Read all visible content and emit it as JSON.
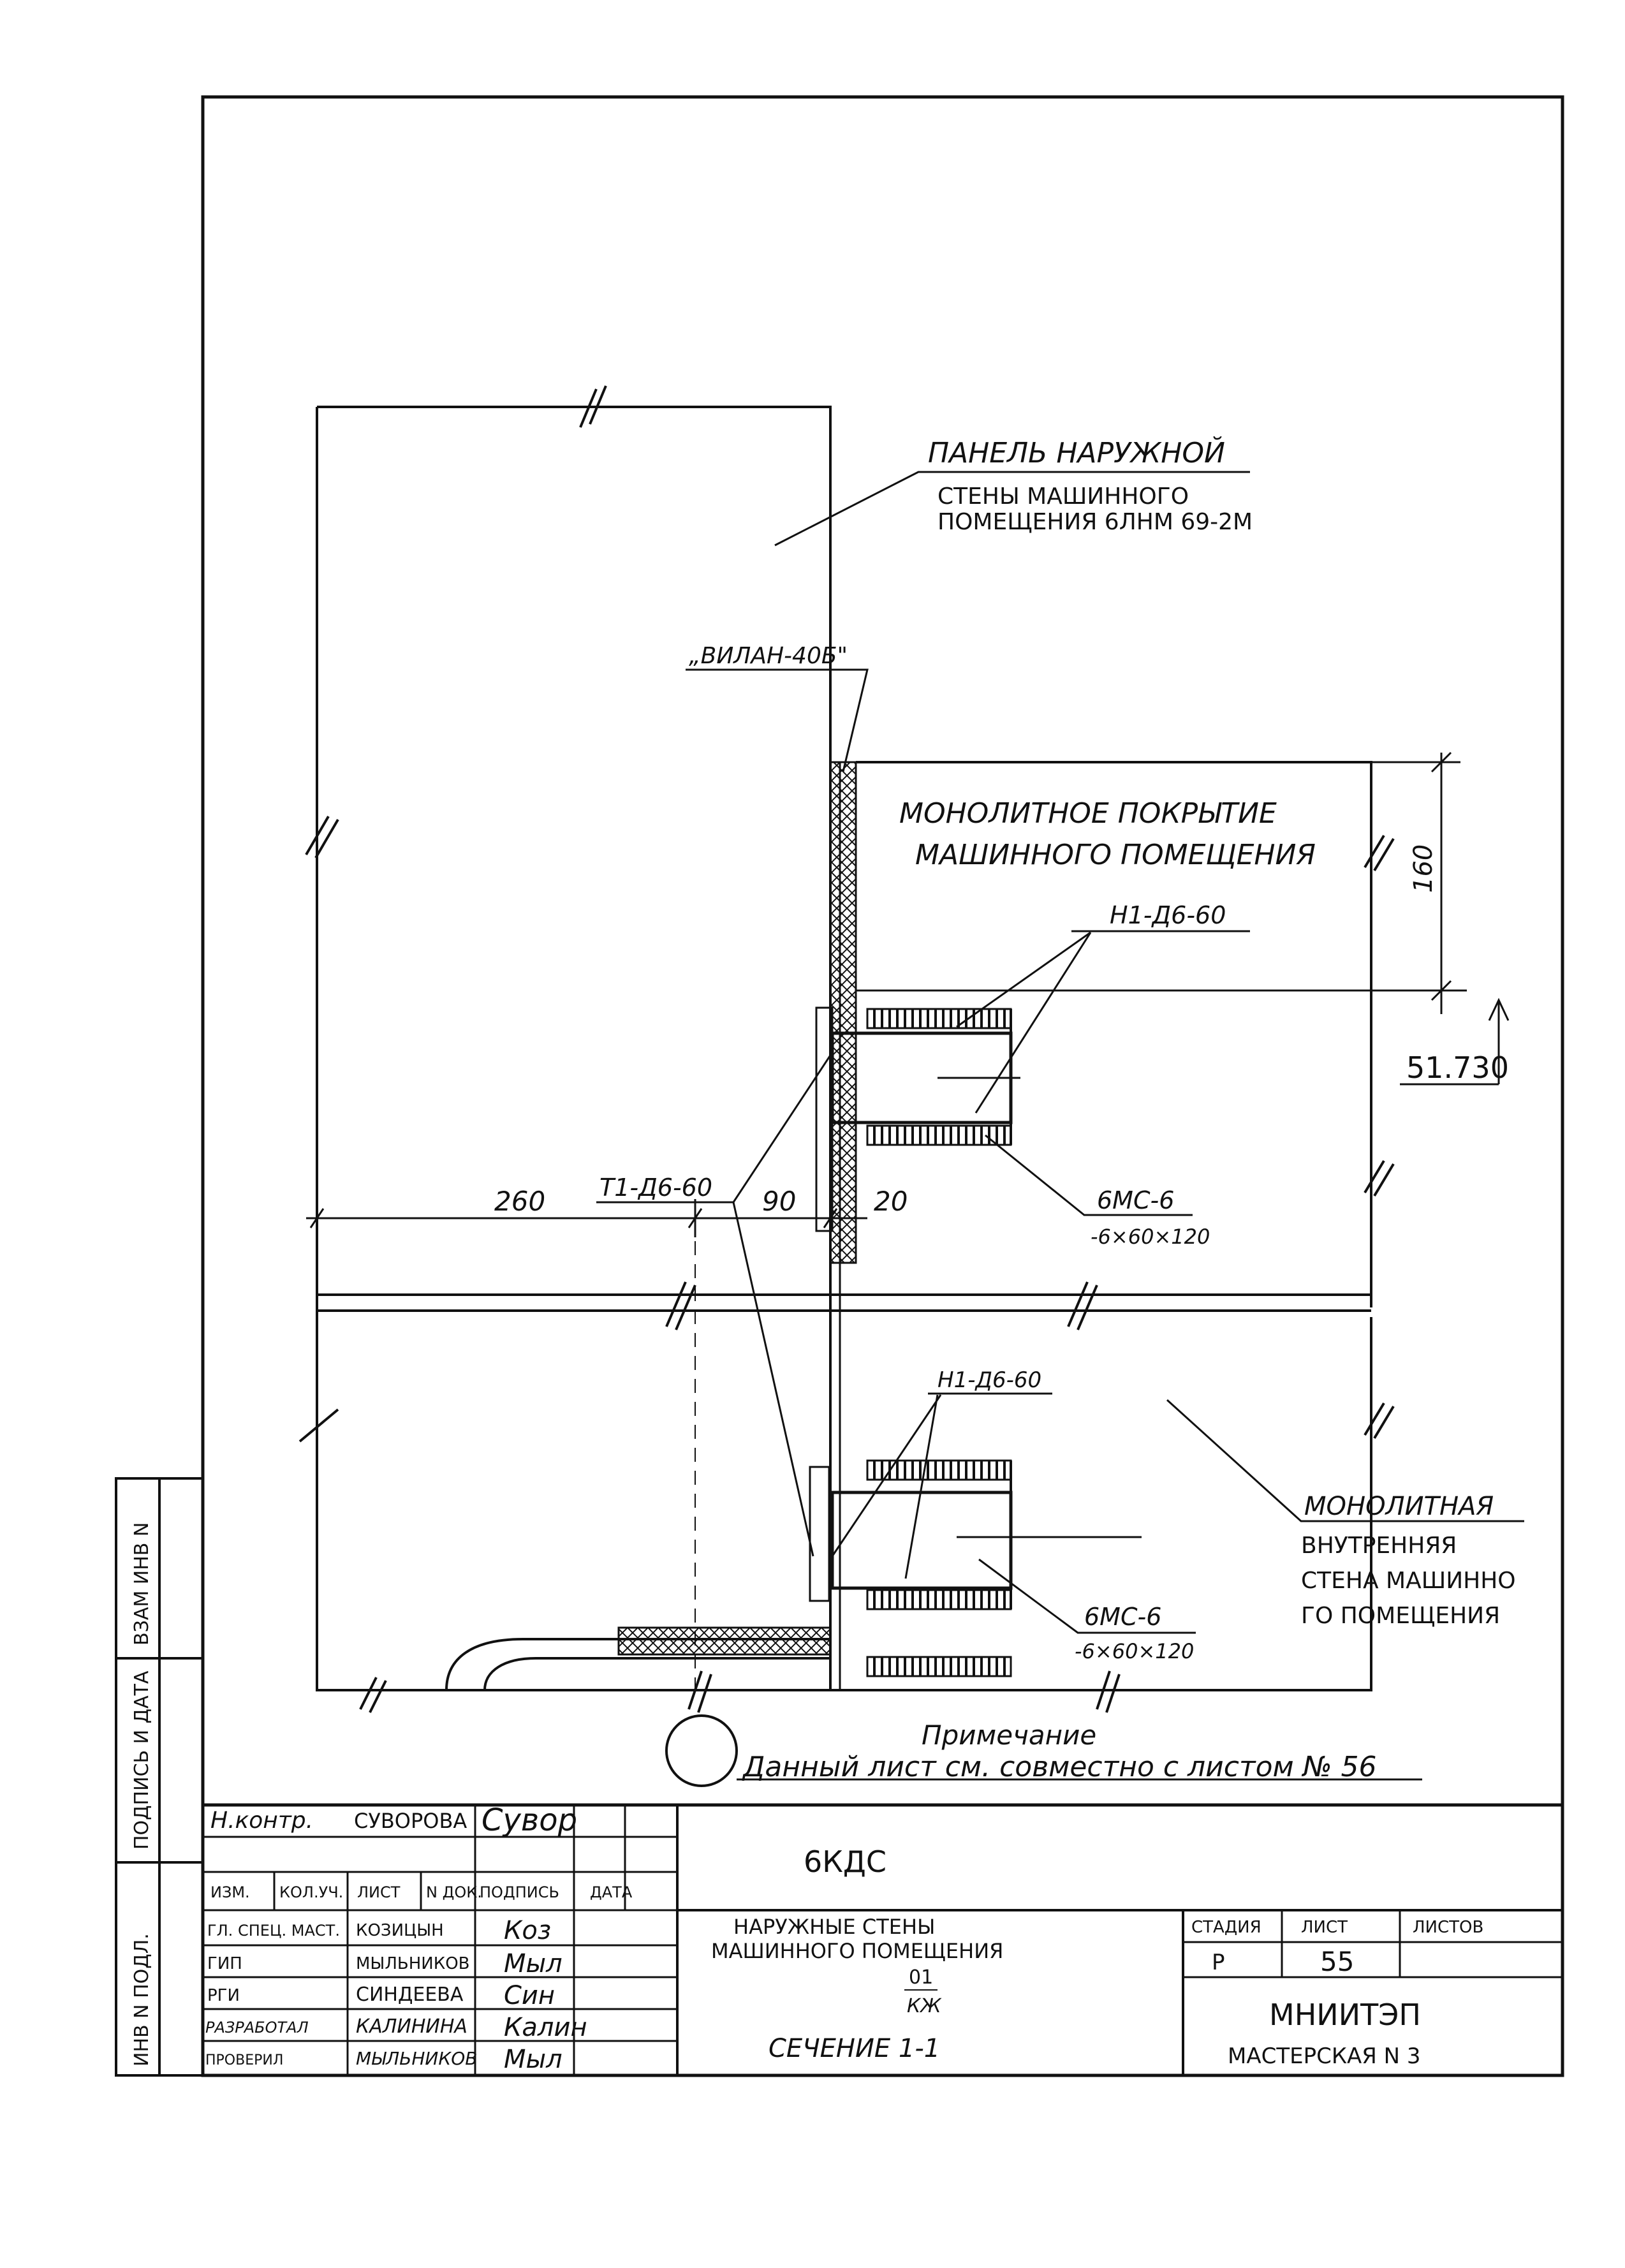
{
  "labels": {
    "panel_line1": "ПАНЕЛЬ НАРУЖНОЙ",
    "panel_line2": "СТЕНЫ МАШИННОГО",
    "panel_line3": "ПОМЕЩЕНИЯ 6ЛНМ 69-2М",
    "vilan": "„ВИЛАН-40Б\"",
    "cover_line1": "МОНОЛИТНОЕ ПОКРЫТИЕ",
    "cover_line2": "МАШИННОГО ПОМЕЩЕНИЯ",
    "h1_top": "Н1-Д6-60",
    "t1": "Т1-Д6-60",
    "mc_top_line1": "6МС-6",
    "mc_top_line2": "-6×60×120",
    "h1_bottom": "Н1-Д6-60",
    "mc_bottom_line1": "6МС-6",
    "mc_bottom_line2": "-6×60×120",
    "wall_line1": "МОНОЛИТНАЯ",
    "wall_line2": "ВНУТРЕННЯЯ",
    "wall_line3": "СТЕНА МАШИННО",
    "wall_line4": "ГО ПОМЕЩЕНИЯ"
  },
  "dimensions": {
    "d260": "260",
    "d90": "90",
    "d20": "20",
    "d160": "160",
    "elevation": "51.730"
  },
  "note": {
    "title": "Примечание",
    "text": "Данный лист см. совместно с листом № 56"
  },
  "side_stamp": {
    "box1": "ВЗАМ ИНВ N",
    "box2": "ПОДПИСЬ И ДАТА",
    "box3": "ИНВ N ПОДЛ."
  },
  "title_block": {
    "nkontr_label": "Н.контр.",
    "nkontr_name": "СУВОРОВА",
    "nkontr_sign": "Сувор",
    "headers": [
      "ИЗМ.",
      "КОЛ.УЧ.",
      "ЛИСТ",
      "N ДОК.",
      "ПОДПИСЬ",
      "ДАТА"
    ],
    "roles": [
      {
        "role": "ГЛ. СПЕЦ. МАСТ.",
        "name": "КОЗИЦЫН",
        "sign": "Коз"
      },
      {
        "role": "ГИП",
        "name": "МЫЛЬНИКОВ",
        "sign": "Мыл"
      },
      {
        "role": "РГИ",
        "name": "СИНДЕЕВА",
        "sign": "Син"
      },
      {
        "role": "РАЗРАБОТАЛ",
        "name": "КАЛИНИНА",
        "sign": "Калин"
      },
      {
        "role": "ПРОВЕРИЛ",
        "name": "МЫЛЬНИКОВ",
        "sign": "Мыл"
      }
    ],
    "project_code": "6КДС",
    "sheet_title_line1": "НАРУЖНЫЕ СТЕНЫ",
    "sheet_title_line2": "МАШИННОГО ПОМЕЩЕНИЯ",
    "sheet_num": "01",
    "sheet_code": "КЖ",
    "section": "СЕЧЕНИЕ 1-1",
    "stage_label": "СТАДИЯ",
    "sheet_label": "ЛИСТ",
    "sheets_label": "ЛИСТОВ",
    "stage_value": "Р",
    "sheet_value": "55",
    "sheets_value": "",
    "organization": "МНИИТЭП",
    "workshop": "МАСТЕРСКАЯ N 3"
  }
}
